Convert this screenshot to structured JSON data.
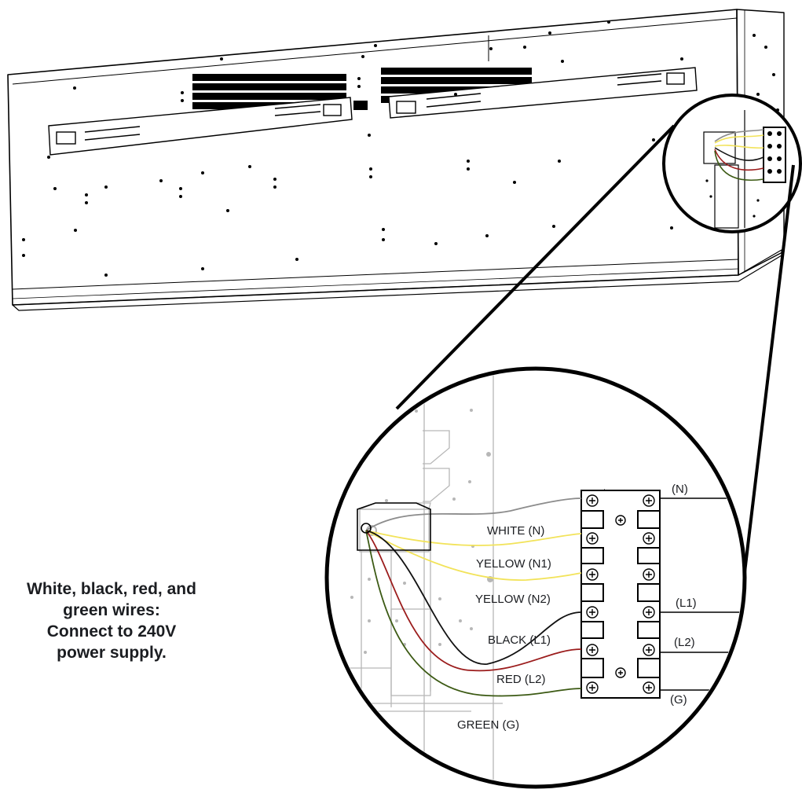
{
  "caption": {
    "line1": "White, black, red, and",
    "line2": "green wires:",
    "line3": "Connect to 240V",
    "line4": "power supply."
  },
  "wire_labels": {
    "white": "WHITE (N)",
    "yellow1": "YELLOW (N1)",
    "yellow2": "YELLOW (N2)",
    "black": "BLACK (L1)",
    "red": "RED (L2)",
    "green": "GREEN (G)"
  },
  "terminal_labels": {
    "n": "(N)",
    "l1": "(L1)",
    "l2": "(L2)",
    "g": "(G)"
  },
  "colors": {
    "outline": "#000000",
    "white_wire": "#8c8c8c",
    "yellow_wire": "#f2e35a",
    "black_wire": "#111111",
    "red_wire": "#9b1c1c",
    "green_wire": "#3c5a14",
    "panel_gray": "#b7b7b7"
  }
}
